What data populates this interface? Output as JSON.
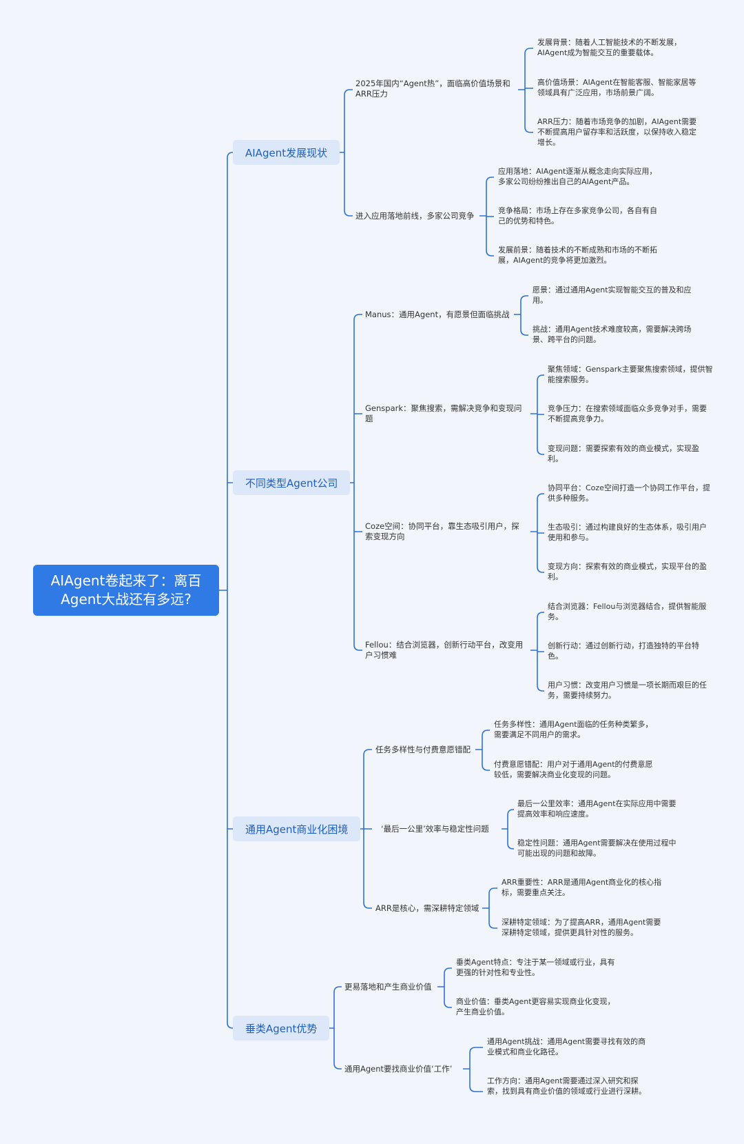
{
  "root": {
    "text": "AIAgent卷起来了：离百Agent大战还有多远?"
  },
  "branches": [
    {
      "label": "AIAgent发展现状",
      "children": [
        {
          "text": "2025年国内“Agent热”，面临高价值场景和ARR压力",
          "leaves": [
            "发展背景：随着人工智能技术的不断发展，AIAgent成为智能交互的重要载体。",
            "高价值场景：AIAgent在智能客服、智能家居等领域具有广泛应用，市场前景广阔。",
            "ARR压力：随着市场竞争的加剧，AIAgent需要不断提高用户留存率和活跃度，以保持收入稳定增长。"
          ]
        },
        {
          "text": "进入应用落地前线，多家公司竞争",
          "leaves": [
            "应用落地：AIAgent逐渐从概念走向实际应用，多家公司纷纷推出自己的AIAgent产品。",
            "竞争格局：市场上存在多家竞争公司，各自有自己的优势和特色。",
            "发展前景：随着技术的不断成熟和市场的不断拓展，AIAgent的竞争将更加激烈。"
          ]
        }
      ]
    },
    {
      "label": "不同类型Agent公司",
      "children": [
        {
          "text": "Manus：通用Agent，有愿景但面临挑战",
          "leaves": [
            "愿景：通过通用Agent实现智能交互的普及和应用。",
            "挑战：通用Agent技术难度较高，需要解决跨场景、跨平台的问题。"
          ]
        },
        {
          "text": "Genspark：聚焦搜索，需解决竞争和变现问题",
          "leaves": [
            "聚焦领域：Genspark主要聚焦搜索领域，提供智能搜索服务。",
            "竞争压力：在搜索领域面临众多竞争对手，需要不断提高竞争力。",
            "变现问题：需要探索有效的商业模式，实现盈利。"
          ]
        },
        {
          "text": "Coze空间：协同平台，靠生态吸引用户，探索变现方向",
          "leaves": [
            "协同平台：Coze空间打造一个协同工作平台，提供多种服务。",
            "生态吸引：通过构建良好的生态体系，吸引用户使用和参与。",
            "变现方向：探索有效的商业模式，实现平台的盈利。"
          ]
        },
        {
          "text": "Fellou：结合浏览器，创新行动平台，改变用户习惯难",
          "leaves": [
            "结合浏览器：Fellou与浏览器结合，提供智能服务。",
            "创新行动：通过创新行动，打造独特的平台特色。",
            "用户习惯：改变用户习惯是一项长期而艰巨的任务，需要持续努力。"
          ]
        }
      ]
    },
    {
      "label": "通用Agent商业化困境",
      "children": [
        {
          "text": "任务多样性与付费意愿错配",
          "leaves": [
            "任务多样性：通用Agent面临的任务种类繁多，需要满足不同用户的需求。",
            "付费意愿错配：用户对于通用Agent的付费意愿较低，需要解决商业化变现的问题。"
          ]
        },
        {
          "text": "‘最后一公里’效率与稳定性问题",
          "leaves": [
            "最后一公里效率：通用Agent在实际应用中需要提高效率和响应速度。",
            "稳定性问题：通用Agent需要解决在使用过程中可能出现的问题和故障。"
          ]
        },
        {
          "text": "ARR是核心，需深耕特定领域",
          "leaves": [
            "ARR重要性：ARR是通用Agent商业化的核心指标，需要重点关注。",
            "深耕特定领域：为了提高ARR，通用Agent需要深耕特定领域，提供更具针对性的服务。"
          ]
        }
      ]
    },
    {
      "label": "垂类Agent优势",
      "children": [
        {
          "text": "更易落地和产生商业价值",
          "leaves": [
            "垂类Agent特点：专注于某一领域或行业，具有更强的针对性和专业性。",
            "商业价值：垂类Agent更容易实现商业化变现，产生商业价值。"
          ]
        },
        {
          "text": "通用Agent要找商业价值‘工作’",
          "leaves": [
            "通用Agent挑战：通用Agent需要寻找有效的商业模式和商业化路径。",
            "工作方向：通用Agent需要通过深入研究和探索，找到具有商业价值的领域或行业进行深耕。"
          ]
        }
      ]
    }
  ]
}
